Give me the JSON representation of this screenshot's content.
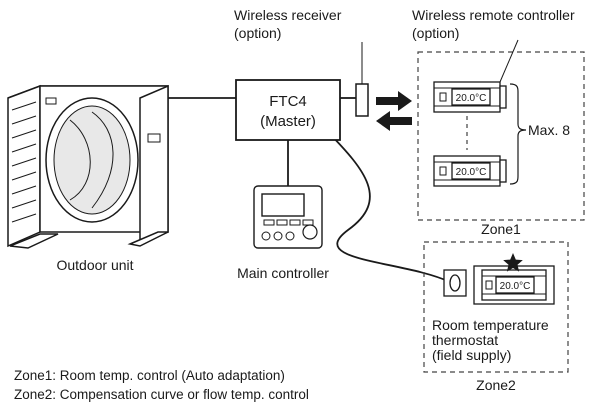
{
  "labels": {
    "wireless_receiver": [
      "Wireless receiver",
      "(option)"
    ],
    "wireless_remote": [
      "Wireless remote controller",
      "(option)"
    ],
    "ftc": [
      "FTC4",
      "(Master)"
    ],
    "max": "Max. 8",
    "zone1": "Zone1",
    "zone2": "Zone2",
    "outdoor_unit": "Outdoor unit",
    "main_controller": "Main controller",
    "thermostat": [
      "Room temperature",
      "thermostat",
      "(field supply)"
    ],
    "notes": [
      "Zone1: Room temp. control (Auto adaptation)",
      "Zone2: Compensation curve or flow temp. control"
    ]
  },
  "controller_display": "20.0°C",
  "colors": {
    "stroke": "#1a1a1a",
    "dashed": "#444444",
    "background": "#ffffff"
  }
}
